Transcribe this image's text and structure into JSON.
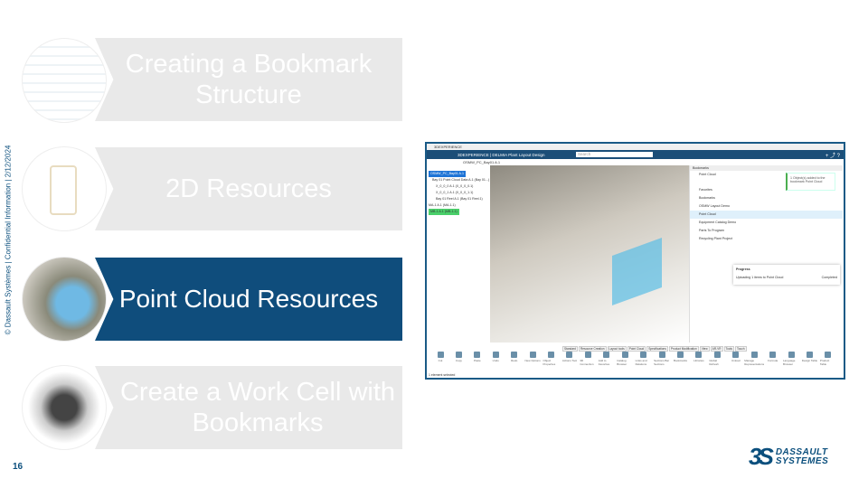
{
  "footer": {
    "confidential": "© Dassault Systèmes | Confidential Information | 2/12/2024",
    "page_number": "16",
    "logo_line1": "DASSAULT",
    "logo_line2": "SYSTEMES"
  },
  "menu": [
    {
      "label": "Creating a Bookmark Structure",
      "active": false
    },
    {
      "label": "2D Resources",
      "active": false
    },
    {
      "label": "Point Cloud Resources",
      "active": true
    },
    {
      "label": "Create a Work Cell with Bookmarks",
      "active": false
    }
  ],
  "colors": {
    "active": "#0f4d7c",
    "inactive": "#e9e9e9",
    "brand": "#0b4f7d"
  },
  "app": {
    "window_title": "3DEXPERIENCE",
    "header_title": "3DEXPERIENCE | DELMIA Plant Layout Design",
    "search_placeholder": "Search",
    "header_icons": "+ ⤴ ?",
    "doc_tab": "OSMW_PC_Bay01 A.1",
    "tree": [
      "OSMW_PC_Bay01 A.1",
      "Bay 01 Point Cloud Data A.1 (Bay 01...)",
      "X_0_0_0 A.1 (X_0_0_0.1)",
      "X_0_0_1 A.1 (X_0_0_1.1)",
      "Bay 01 Reel A.1 (Bay 01 Reel.1)",
      "MA-1 A.1 (MA-1.1)",
      "MB-1 A.1 (MB-1.1)"
    ],
    "panel_title": "Bookmarks",
    "panel_search": "Point Cloud",
    "panel_rows": [
      "Favorites",
      "Bookmarks",
      "OSMW Layout Demo",
      "Point Cloud",
      "Equipment Catalog Demo",
      "Parts To Program",
      "Recycling Plant Project"
    ],
    "notification": "1 Object(s) added to the bookmark Point Cloud",
    "progress": {
      "title": "Progress",
      "task": "Uploading 1 items to Point Cloud",
      "status": "Completed"
    },
    "ribbon_tabs": [
      "Standard",
      "Resource Creation",
      "Layout tools",
      "Point Cloud",
      "Specifications",
      "Product Modification",
      "View",
      "AR-VR",
      "Tools",
      "Touch"
    ],
    "ribbon_buttons": [
      "Cut",
      "Copy",
      "Paste",
      "Undo",
      "Redo",
      "New Options",
      "Object Properties",
      "Actions Tool",
      "3D Connection",
      "Add to Favorites",
      "Catalog Browser",
      "Links and Relations",
      "Sections Bar Sections",
      "Bookmarks",
      "Libraries",
      "Global Refresh",
      "Unload",
      "Manage Representations",
      "Formula",
      "Language Browser",
      "Design Table",
      "Product Table"
    ],
    "status": "1 element selected"
  }
}
